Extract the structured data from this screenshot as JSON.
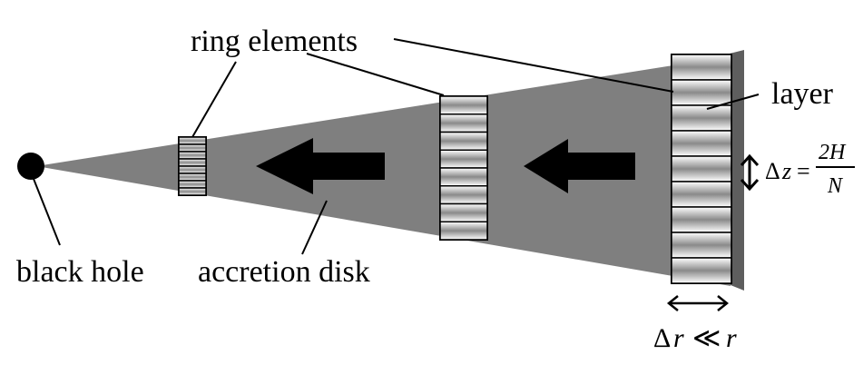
{
  "labels": {
    "ring_elements": "ring elements",
    "layer": "layer",
    "black_hole": "black hole",
    "accretion_disk": "accretion disk"
  },
  "formula_dz": {
    "lhs_symbol": "Δ",
    "lhs_var": "z",
    "equals": "=",
    "numerator": "2H",
    "denominator": "N"
  },
  "formula_dr": {
    "delta": "Δ",
    "var": "r",
    "relation": "≪",
    "rhs": "r"
  },
  "colors": {
    "disk": "#7f7f7f",
    "disk_edge": "#5e5e5e",
    "arrow": "#000000",
    "ring_gradient_dark": "#7a7a7a",
    "ring_gradient_light": "#ffffff"
  }
}
